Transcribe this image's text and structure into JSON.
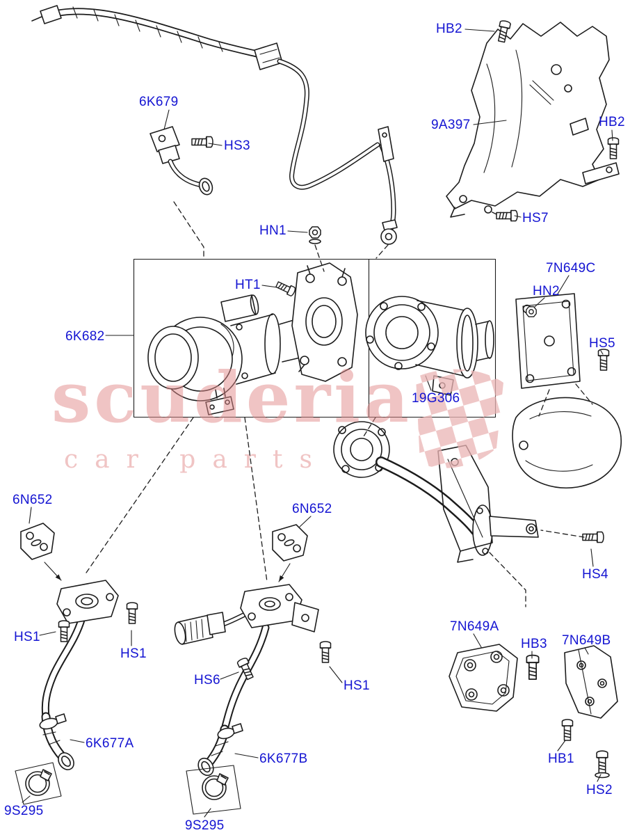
{
  "diagram": {
    "label_color": "#1414d2",
    "line_color": "#1c1c1c",
    "watermark_color": "#e9b2b2"
  },
  "watermark": {
    "line1": "scuderia",
    "line2": "car parts"
  },
  "labels": [
    {
      "text": "6K679"
    },
    {
      "text": "HS3"
    },
    {
      "text": "HB2"
    },
    {
      "text": "9A397"
    },
    {
      "text": "HB2"
    },
    {
      "text": "HS7"
    },
    {
      "text": "HN1"
    },
    {
      "text": "HT1"
    },
    {
      "text": "6K682"
    },
    {
      "text": "19G306"
    },
    {
      "text": "7N649C"
    },
    {
      "text": "HN2"
    },
    {
      "text": "HS5"
    },
    {
      "text": "6N652"
    },
    {
      "text": "6N652"
    },
    {
      "text": "HS4"
    },
    {
      "text": "HS1"
    },
    {
      "text": "HS1"
    },
    {
      "text": "HS6"
    },
    {
      "text": "HS1"
    },
    {
      "text": "6K677A"
    },
    {
      "text": "6K677B"
    },
    {
      "text": "9S295"
    },
    {
      "text": "9S295"
    },
    {
      "text": "7N649A"
    },
    {
      "text": "HB3"
    },
    {
      "text": "7N649B"
    },
    {
      "text": "HB1"
    },
    {
      "text": "HS2"
    }
  ]
}
